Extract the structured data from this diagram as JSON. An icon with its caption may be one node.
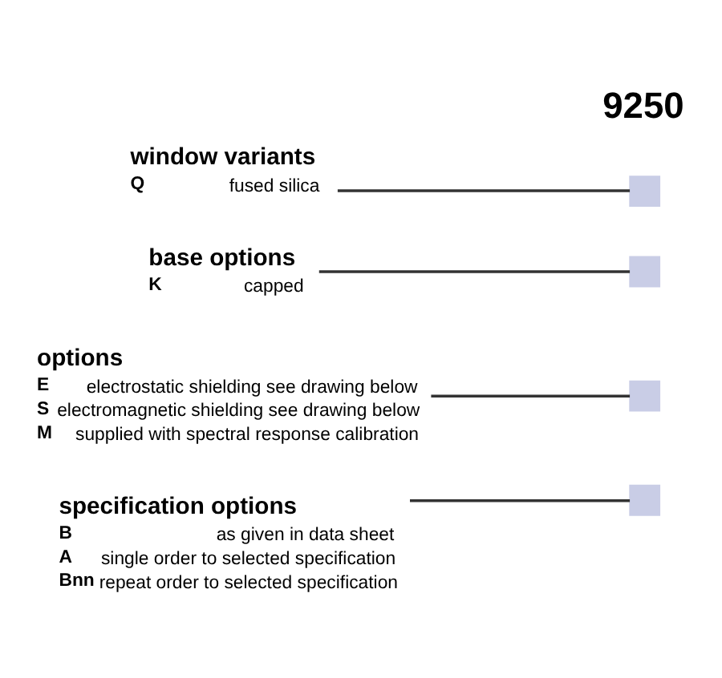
{
  "diagram": {
    "nodes": [
      {
        "text": [
          "9250"
        ]
      },
      {
        "text": [],
        "shape": "box"
      },
      {
        "text": [],
        "shape": "box"
      },
      {
        "text": [],
        "shape": "box"
      },
      {
        "text": [],
        "shape": "box"
      },
      {
        "text": [
          "window variants",
          "Q",
          "fused silica"
        ]
      },
      {
        "text": [
          "base options",
          "K",
          "capped"
        ]
      },
      {
        "text": [
          "options",
          "E",
          "electrostatic shielding see drawing below",
          "S",
          "electromagnetic shielding see drawing below",
          "M",
          "supplied with spectral response calibration"
        ]
      },
      {
        "text": [
          "specification options",
          "B",
          "as given in data sheet",
          "A",
          "single order to selected specification",
          "Bnn",
          "repeat order to selected specification"
        ]
      }
    ],
    "edges": [
      {
        "from": 1,
        "to": 5,
        "arrow": "none"
      },
      {
        "from": 2,
        "to": 6,
        "arrow": "none"
      },
      {
        "from": 3,
        "to": 7,
        "arrow": "none"
      },
      {
        "from": 4,
        "to": 8,
        "arrow": "none"
      }
    ]
  }
}
